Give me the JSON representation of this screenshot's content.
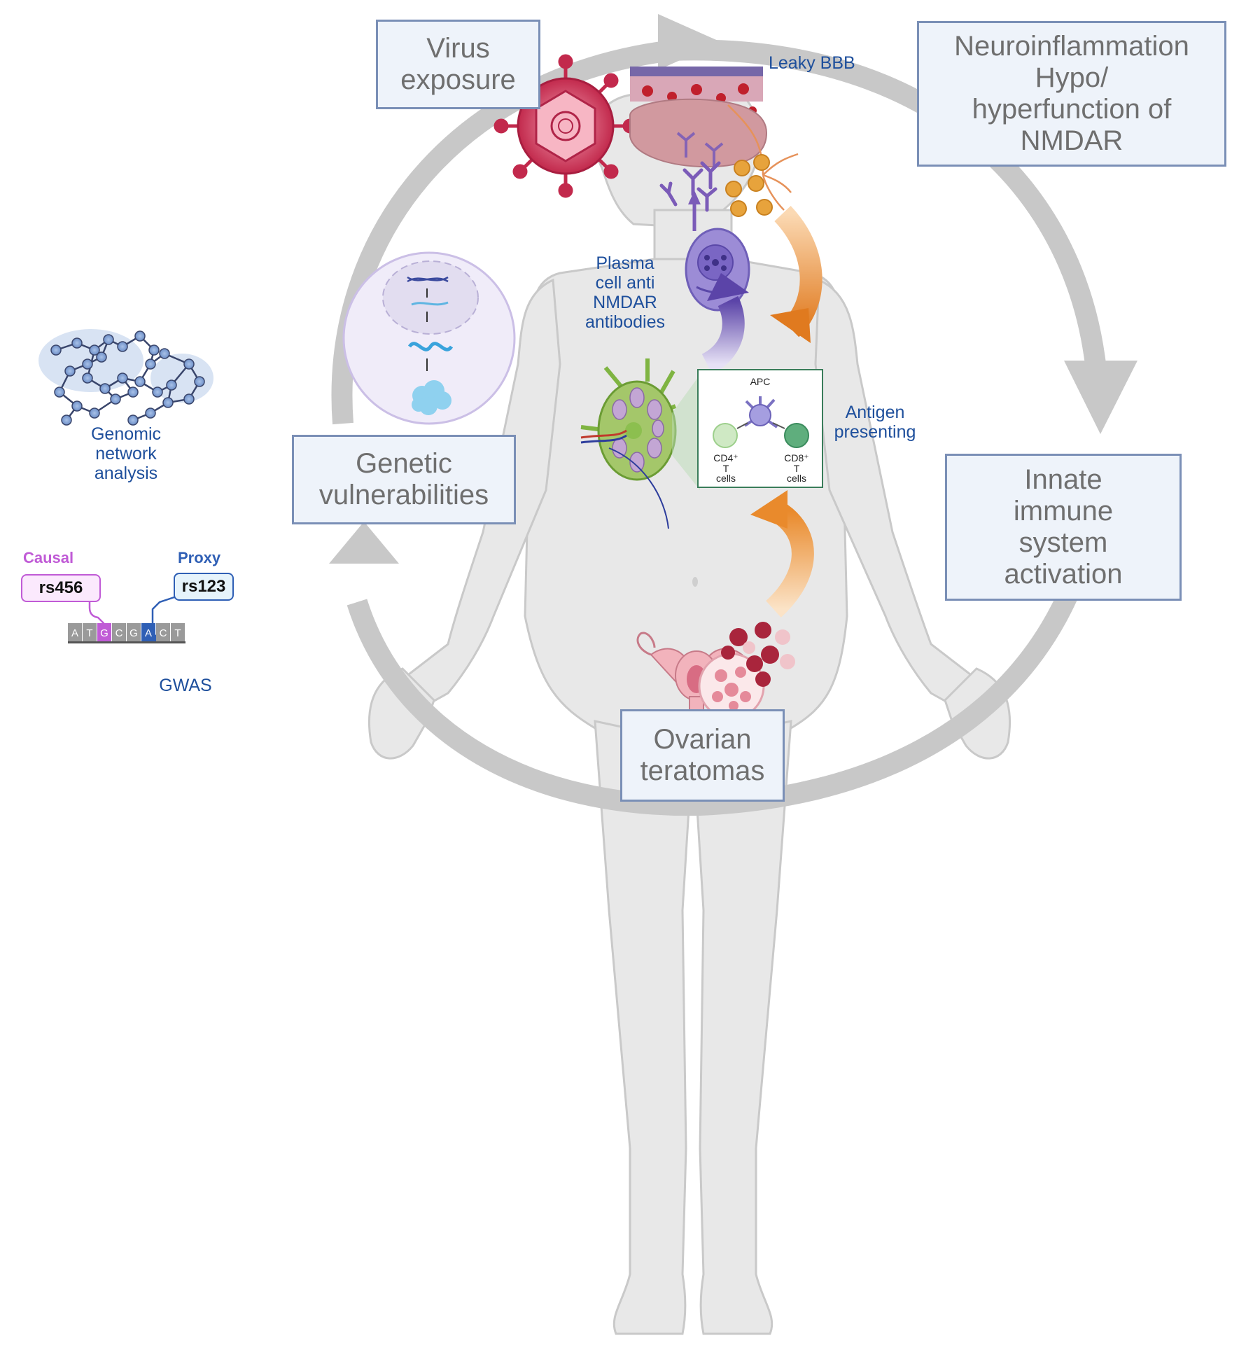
{
  "cycle_boxes": {
    "virus": [
      "Virus",
      "exposure"
    ],
    "neuro": [
      "Neuroinflammation",
      "Hypo/",
      "hyperfunction of",
      "NMDAR"
    ],
    "innate": [
      "Innate",
      "immune",
      "system",
      "activation"
    ],
    "ovarian": [
      "Ovarian",
      "teratomas"
    ],
    "genetic": [
      "Genetic",
      "vulnerabilities"
    ]
  },
  "labels": {
    "leaky_bbb": "Leaky BBB",
    "plasma": [
      "Plasma",
      "cell anti",
      "NMDAR",
      "antibodies"
    ],
    "antigen": [
      "Antigen",
      "presenting"
    ],
    "genomic": [
      "Genomic",
      "network",
      "analysis"
    ],
    "gwas": "GWAS"
  },
  "apc_panel": {
    "apc": "APC",
    "cd4": [
      "CD4⁺",
      "T",
      "cells"
    ],
    "cd8": [
      "CD8⁺",
      "T",
      "cells"
    ]
  },
  "snp": {
    "causal_title": "Causal",
    "proxy_title": "Proxy",
    "causal_id": "rs456",
    "proxy_id": "rs123",
    "sequence": [
      "A",
      "T",
      "G",
      "C",
      "G",
      "A",
      "C",
      "T"
    ]
  },
  "colors": {
    "cycle_arrow": "#c8c8c8",
    "box_fill": "#eef3fa",
    "box_border": "#7a8fb6",
    "box_text": "#6f6f6f",
    "label_blue": "#1e4f9c",
    "causal": "#c05bd6",
    "proxy": "#2f5fb5",
    "orange_arrow": "#e98a2c",
    "purple_arrow": "#6f57b5",
    "body": "#e6e6e6"
  }
}
